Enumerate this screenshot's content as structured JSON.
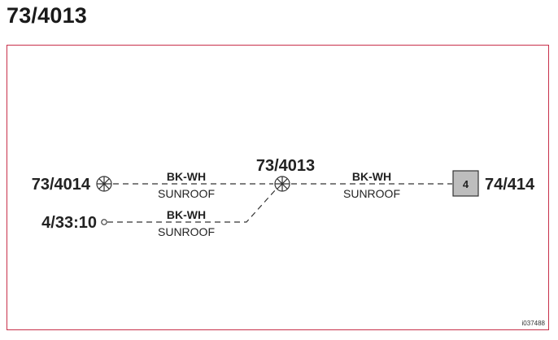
{
  "title": "73/4013",
  "connectors": {
    "left_top": "73/4014",
    "left_bottom": "4/33:10",
    "splice": "73/4013",
    "right": "74/414",
    "right_pin": "4"
  },
  "wires": [
    {
      "color": "BK-WH",
      "circuit": "SUNROOF"
    },
    {
      "color": "BK-WH",
      "circuit": "SUNROOF"
    },
    {
      "color": "BK-WH",
      "circuit": "SUNROOF"
    }
  ],
  "ref_id": "i037488",
  "colors": {
    "frame": "#c8304a",
    "line": "#333333",
    "pin_box_fill": "#bdbdbd"
  }
}
